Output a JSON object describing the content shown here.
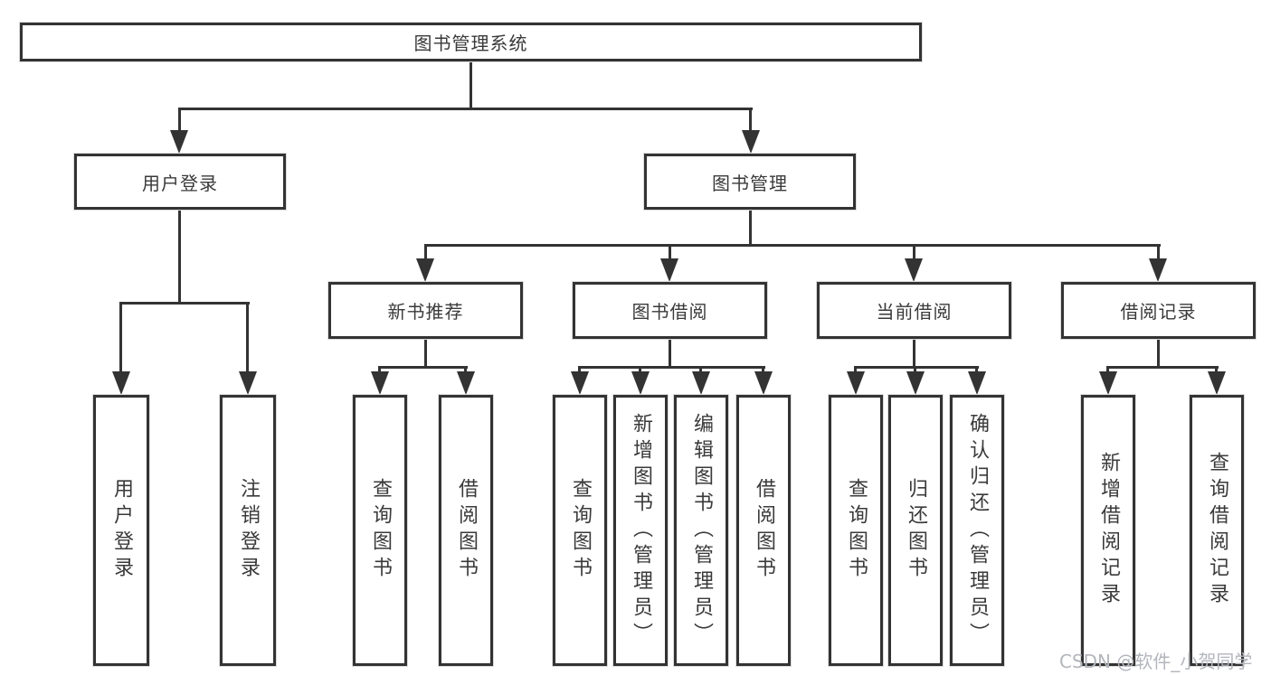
{
  "tree": {
    "label": "图书管理系统",
    "children": [
      {
        "label": "用户登录",
        "children": [
          {
            "label": "用户登录"
          },
          {
            "label": "注销登录"
          }
        ]
      },
      {
        "label": "图书管理",
        "children": [
          {
            "label": "新书推荐",
            "children": [
              {
                "label": "查询图书"
              },
              {
                "label": "借阅图书"
              }
            ]
          },
          {
            "label": "图书借阅",
            "children": [
              {
                "label": "查询图书"
              },
              {
                "label": "新增图书（管理员）"
              },
              {
                "label": "编辑图书（管理员）"
              },
              {
                "label": "借阅图书"
              }
            ]
          },
          {
            "label": "当前借阅",
            "children": [
              {
                "label": "查询图书"
              },
              {
                "label": "归还图书"
              },
              {
                "label": "确认归还（管理员）"
              }
            ]
          },
          {
            "label": "借阅记录",
            "children": [
              {
                "label": "新增借阅记录"
              },
              {
                "label": "查询借阅记录"
              }
            ]
          }
        ]
      }
    ]
  },
  "watermark": {
    "text": "CSDN @软件_小贺同学"
  },
  "colors": {
    "line": "#333333",
    "text": "#3a3a3a",
    "watermark": "#b3b6bc",
    "background": "#ffffff"
  }
}
